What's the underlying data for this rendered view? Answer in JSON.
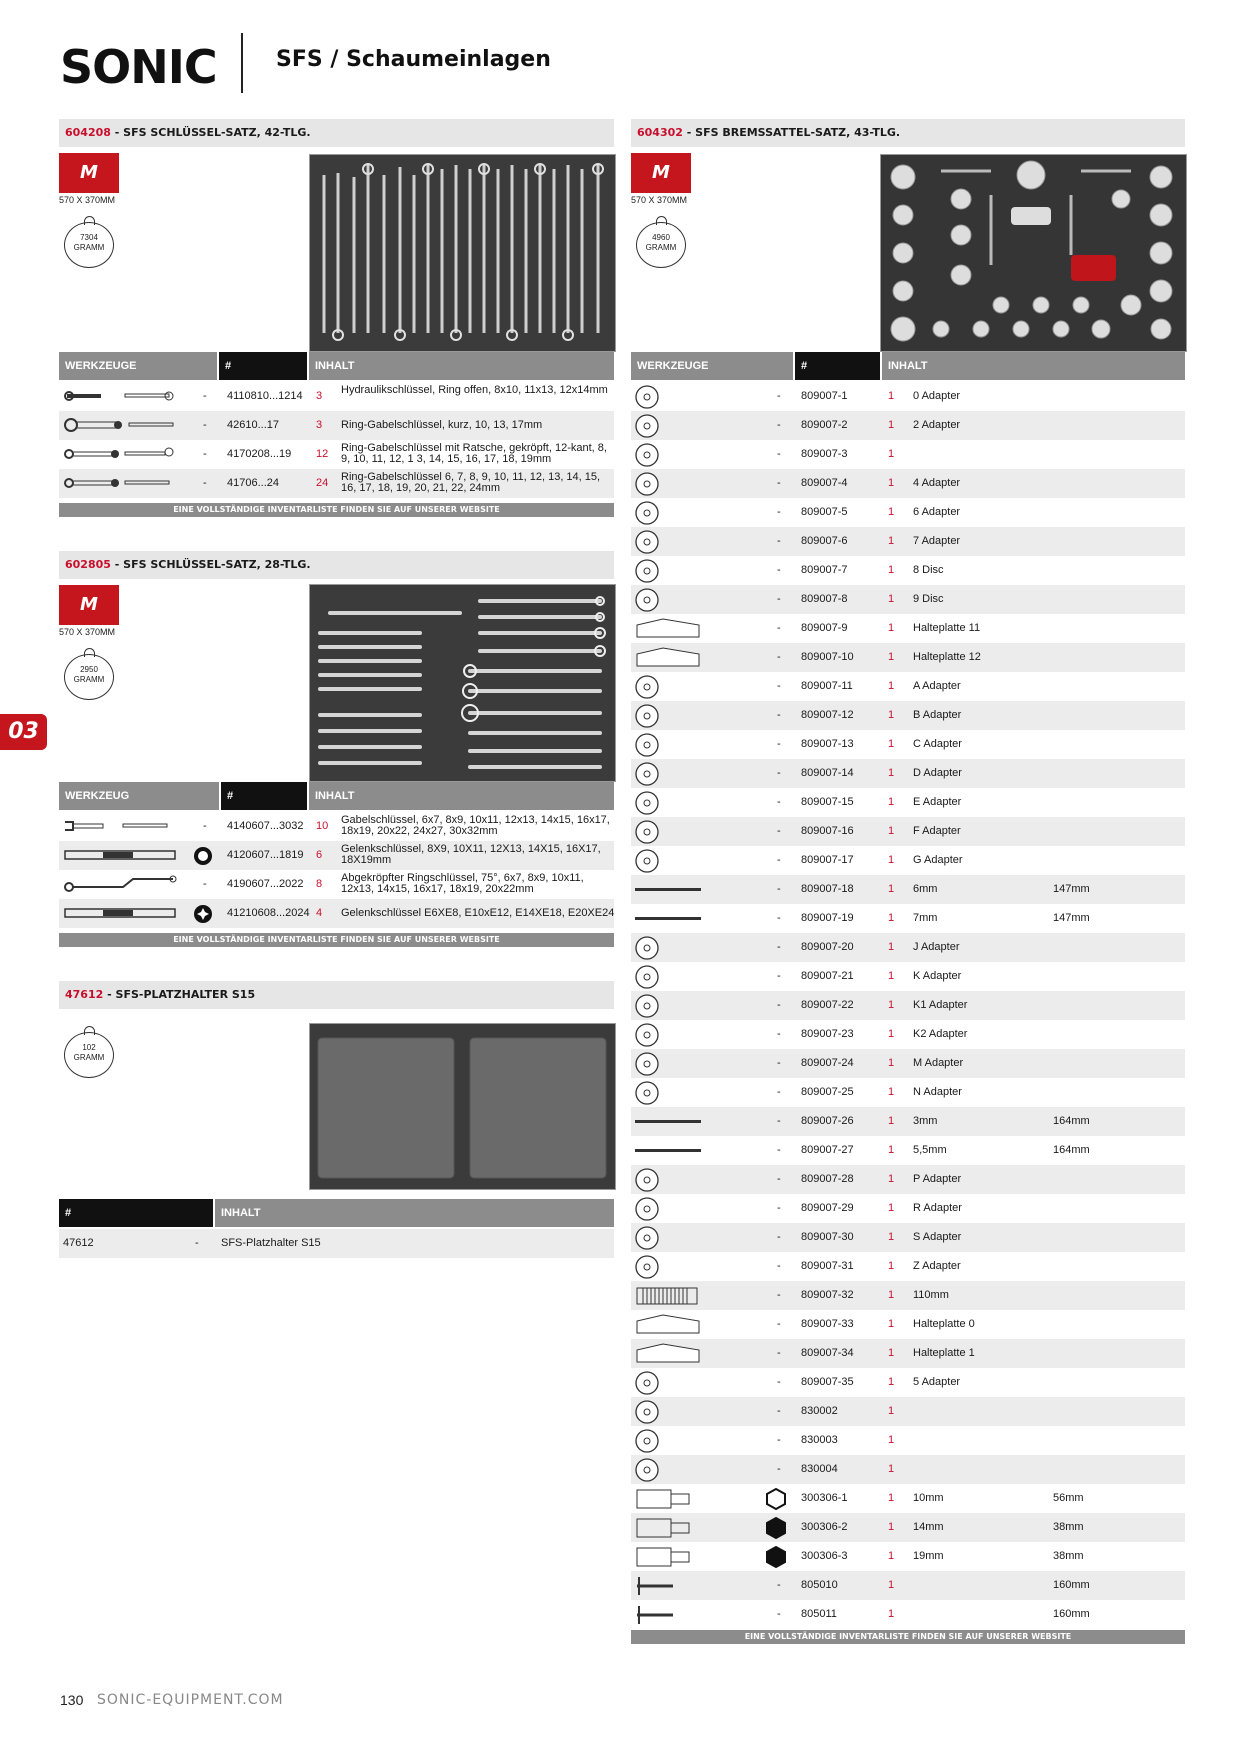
{
  "header": {
    "brand": "SONIC",
    "title": "SFS / Schaumeinlagen"
  },
  "side_tab": "03",
  "footer": {
    "page": "130",
    "site": "SONIC-EQUIPMENT.COM"
  },
  "inventory_note": "EINE VOLLSTÄNDIGE INVENTARLISTE FINDEN SIE AUF UNSERER WEBSITE",
  "s1": {
    "code": "604208",
    "sep": " - ",
    "name": "SFS SCHLÜSSEL-SATZ, 42-TLG.",
    "badge": "M",
    "dim": "570 X 370MM",
    "weight": "7304",
    "unit": "GRAMM",
    "cols": [
      "WERKZEUGE",
      "#",
      "INHALT"
    ],
    "rows": [
      {
        "dash": "-",
        "num": "4110810...1214",
        "qty": "3",
        "inh": "Hydraulikschlüssel, Ring offen, 8x10, 11x13, 12x14mm"
      },
      {
        "dash": "-",
        "num": "42610...17",
        "qty": "3",
        "inh": "Ring-Gabelschlüssel, kurz, 10, 13, 17mm"
      },
      {
        "dash": "-",
        "num": "4170208...19",
        "qty": "12",
        "inh": "Ring-Gabelschlüssel mit Ratsche, gekröpft, 12-kant, 8, 9, 10, 11, 12, 1 3, 14, 15, 16, 17, 18, 19mm"
      },
      {
        "dash": "-",
        "num": "41706...24",
        "qty": "24",
        "inh": "Ring-Gabelschlüssel 6, 7, 8, 9, 10, 11, 12, 13, 14, 15, 16, 17, 18, 19, 20, 21, 22, 24mm"
      }
    ]
  },
  "s2": {
    "code": "602805",
    "sep": " - ",
    "name": "SFS SCHLÜSSEL-SATZ, 28-TLG.",
    "badge": "M",
    "dim": "570 X 370MM",
    "weight": "2950",
    "unit": "GRAMM",
    "cols": [
      "WERKZEUG",
      "#",
      "INHALT"
    ],
    "rows": [
      {
        "dash": "-",
        "num": "4140607...3032",
        "qty": "10",
        "inh": "Gabelschlüssel, 6x7, 8x9, 10x11, 12x13, 14x15, 16x17, 18x19, 20x22, 24x27, 30x32mm"
      },
      {
        "dash": "",
        "num": "4120607...1819",
        "qty": "6",
        "inh": "Gelenkschlüssel, 8X9, 10X11, 12X13, 14X15, 16X17, 18X19mm"
      },
      {
        "dash": "-",
        "num": "4190607...2022",
        "qty": "8",
        "inh": "Abgekröpfter Ringschlüssel, 75°, 6x7, 8x9, 10x11, 12x13, 14x15, 16x17, 18x19, 20x22mm"
      },
      {
        "dash": "",
        "num": "41210608...2024",
        "qty": "4",
        "inh": "Gelenkschlüssel E6XE8, E10xE12, E14XE18, E20XE24"
      }
    ]
  },
  "s3": {
    "code": "47612",
    "sep": " - ",
    "name": "SFS-PLATZHALTER S15",
    "weight": "102",
    "unit": "GRAMM",
    "cols": [
      "#",
      "INHALT"
    ],
    "rows": [
      {
        "num": "47612",
        "dash": "-",
        "inh": "SFS-Platzhalter S15"
      }
    ]
  },
  "s4": {
    "code": "604302",
    "sep": " - ",
    "name": "SFS BREMSSATTEL-SATZ, 43-TLG.",
    "badge": "M",
    "dim": "570 X 370MM",
    "weight": "4960",
    "unit": "GRAMM",
    "cols": [
      "WERKZEUGE",
      "#",
      "INHALT"
    ],
    "rows": [
      {
        "dash": "-",
        "num": "809007-1",
        "qty": "1",
        "inh": "0 Adapter",
        "ext": ""
      },
      {
        "dash": "-",
        "num": "809007-2",
        "qty": "1",
        "inh": "2 Adapter",
        "ext": ""
      },
      {
        "dash": "-",
        "num": "809007-3",
        "qty": "1",
        "inh": "",
        "ext": ""
      },
      {
        "dash": "-",
        "num": "809007-4",
        "qty": "1",
        "inh": "4 Adapter",
        "ext": ""
      },
      {
        "dash": "-",
        "num": "809007-5",
        "qty": "1",
        "inh": "6 Adapter",
        "ext": ""
      },
      {
        "dash": "-",
        "num": "809007-6",
        "qty": "1",
        "inh": "7 Adapter",
        "ext": ""
      },
      {
        "dash": "-",
        "num": "809007-7",
        "qty": "1",
        "inh": "8 Disc",
        "ext": ""
      },
      {
        "dash": "-",
        "num": "809007-8",
        "qty": "1",
        "inh": "9 Disc",
        "ext": ""
      },
      {
        "dash": "-",
        "num": "809007-9",
        "qty": "1",
        "inh": "Halteplatte 11",
        "ext": ""
      },
      {
        "dash": "-",
        "num": "809007-10",
        "qty": "1",
        "inh": "Halteplatte 12",
        "ext": ""
      },
      {
        "dash": "-",
        "num": "809007-11",
        "qty": "1",
        "inh": "A Adapter",
        "ext": ""
      },
      {
        "dash": "-",
        "num": "809007-12",
        "qty": "1",
        "inh": "B Adapter",
        "ext": ""
      },
      {
        "dash": "-",
        "num": "809007-13",
        "qty": "1",
        "inh": "C Adapter",
        "ext": ""
      },
      {
        "dash": "-",
        "num": "809007-14",
        "qty": "1",
        "inh": "D Adapter",
        "ext": ""
      },
      {
        "dash": "-",
        "num": "809007-15",
        "qty": "1",
        "inh": "E Adapter",
        "ext": ""
      },
      {
        "dash": "-",
        "num": "809007-16",
        "qty": "1",
        "inh": "F Adapter",
        "ext": ""
      },
      {
        "dash": "-",
        "num": "809007-17",
        "qty": "1",
        "inh": "G Adapter",
        "ext": ""
      },
      {
        "dash": "-",
        "num": "809007-18",
        "qty": "1",
        "inh": "6mm",
        "ext": "147mm"
      },
      {
        "dash": "-",
        "num": "809007-19",
        "qty": "1",
        "inh": "7mm",
        "ext": "147mm"
      },
      {
        "dash": "-",
        "num": "809007-20",
        "qty": "1",
        "inh": "J Adapter",
        "ext": ""
      },
      {
        "dash": "-",
        "num": "809007-21",
        "qty": "1",
        "inh": "K Adapter",
        "ext": ""
      },
      {
        "dash": "-",
        "num": "809007-22",
        "qty": "1",
        "inh": "K1 Adapter",
        "ext": ""
      },
      {
        "dash": "-",
        "num": "809007-23",
        "qty": "1",
        "inh": "K2 Adapter",
        "ext": ""
      },
      {
        "dash": "-",
        "num": "809007-24",
        "qty": "1",
        "inh": "M Adapter",
        "ext": ""
      },
      {
        "dash": "-",
        "num": "809007-25",
        "qty": "1",
        "inh": "N Adapter",
        "ext": ""
      },
      {
        "dash": "-",
        "num": "809007-26",
        "qty": "1",
        "inh": "3mm",
        "ext": "164mm"
      },
      {
        "dash": "-",
        "num": "809007-27",
        "qty": "1",
        "inh": "5,5mm",
        "ext": "164mm"
      },
      {
        "dash": "-",
        "num": "809007-28",
        "qty": "1",
        "inh": "P Adapter",
        "ext": ""
      },
      {
        "dash": "-",
        "num": "809007-29",
        "qty": "1",
        "inh": "R Adapter",
        "ext": ""
      },
      {
        "dash": "-",
        "num": "809007-30",
        "qty": "1",
        "inh": "S Adapter",
        "ext": ""
      },
      {
        "dash": "-",
        "num": "809007-31",
        "qty": "1",
        "inh": "Z Adapter",
        "ext": ""
      },
      {
        "dash": "-",
        "num": "809007-32",
        "qty": "1",
        "inh": "110mm",
        "ext": ""
      },
      {
        "dash": "-",
        "num": "809007-33",
        "qty": "1",
        "inh": "Halteplatte 0",
        "ext": ""
      },
      {
        "dash": "-",
        "num": "809007-34",
        "qty": "1",
        "inh": "Halteplatte 1",
        "ext": ""
      },
      {
        "dash": "-",
        "num": "809007-35",
        "qty": "1",
        "inh": "5 Adapter",
        "ext": ""
      },
      {
        "dash": "-",
        "num": "830002",
        "qty": "1",
        "inh": "",
        "ext": ""
      },
      {
        "dash": "-",
        "num": "830003",
        "qty": "1",
        "inh": "",
        "ext": ""
      },
      {
        "dash": "-",
        "num": "830004",
        "qty": "1",
        "inh": "",
        "ext": ""
      },
      {
        "dash": "",
        "num": "300306-1",
        "qty": "1",
        "inh": "10mm",
        "ext": "56mm"
      },
      {
        "dash": "",
        "num": "300306-2",
        "qty": "1",
        "inh": "14mm",
        "ext": "38mm"
      },
      {
        "dash": "",
        "num": "300306-3",
        "qty": "1",
        "inh": "19mm",
        "ext": "38mm"
      },
      {
        "dash": "-",
        "num": "805010",
        "qty": "1",
        "inh": "",
        "ext": "160mm"
      },
      {
        "dash": "-",
        "num": "805011",
        "qty": "1",
        "inh": "",
        "ext": "160mm"
      }
    ]
  }
}
